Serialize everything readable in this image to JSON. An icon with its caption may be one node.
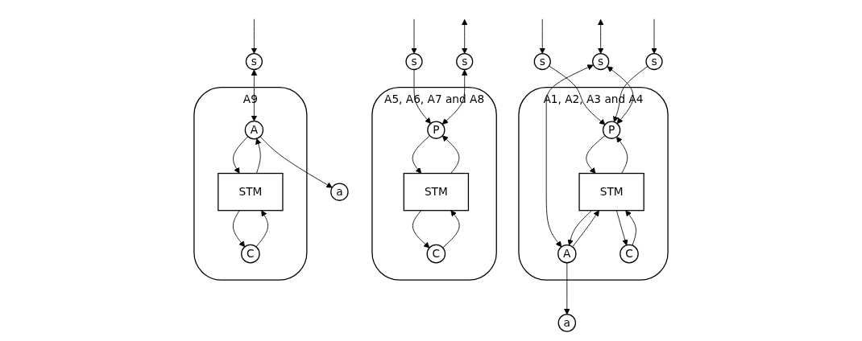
{
  "diagram": {
    "nodes": [
      {
        "text": [
          "A1, A2, A3 and A4"
        ]
      },
      {
        "text": [
          "s"
        ]
      },
      {
        "text": [
          "a"
        ]
      },
      {
        "text": [
          "s"
        ]
      },
      {
        "text": [
          "s"
        ]
      },
      {
        "text": [
          "P"
        ],
        "in": 0
      },
      {
        "text": [
          "A"
        ],
        "in": 0
      },
      {
        "text": [
          "STM"
        ],
        "in": 0
      },
      {
        "text": [
          "C"
        ],
        "in": 0
      },
      {
        "text": [
          "A5, A6, A7 and A8"
        ]
      },
      {
        "text": [
          "s"
        ]
      },
      {
        "text": [
          "s"
        ]
      },
      {
        "text": [
          "P"
        ],
        "in": 9
      },
      {
        "text": [
          "STM"
        ],
        "in": 9
      },
      {
        "text": [
          "C"
        ],
        "in": 9
      },
      {
        "text": [
          "A9"
        ]
      },
      {
        "text": [
          "s"
        ]
      },
      {
        "text": [
          "a"
        ]
      },
      {
        "text": [
          "A"
        ],
        "in": 15
      },
      {
        "text": [
          "STM"
        ],
        "in": 15
      },
      {
        "text": [
          "C"
        ],
        "in": 15
      }
    ],
    "edges": [
      {
        "from": null,
        "to": 1,
        "arrow": "both"
      },
      {
        "from": null,
        "to": 3,
        "arrow": "to"
      },
      {
        "from": null,
        "to": 4,
        "arrow": "to"
      },
      {
        "from": 3,
        "to": 5,
        "arrow": "to"
      },
      {
        "from": 4,
        "to": 5,
        "arrow": "to"
      },
      {
        "from": 1,
        "to": 5,
        "arrow": "both"
      },
      {
        "from": 1,
        "to": 6,
        "arrow": "both"
      },
      {
        "from": 6,
        "to": 2,
        "arrow": "to"
      },
      {
        "from": 5,
        "to": 7,
        "arrow": "to"
      },
      {
        "from": 7,
        "to": 5,
        "arrow": "to"
      },
      {
        "from": 6,
        "to": 7,
        "arrow": "to"
      },
      {
        "from": 7,
        "to": 6,
        "arrow": "to"
      },
      {
        "from": 7,
        "to": 8,
        "arrow": "to"
      },
      {
        "from": 8,
        "to": 7,
        "arrow": "to"
      },
      {
        "from": null,
        "to": 10,
        "arrow": "both"
      },
      {
        "from": null,
        "to": 11,
        "arrow": "to"
      },
      {
        "from": 11,
        "to": 12,
        "arrow": "to"
      },
      {
        "from": 10,
        "to": 12,
        "arrow": "both"
      },
      {
        "from": 12,
        "to": 13,
        "arrow": "to"
      },
      {
        "from": 13,
        "to": 12,
        "arrow": "to"
      },
      {
        "from": 13,
        "to": 14,
        "arrow": "to"
      },
      {
        "from": 14,
        "to": 13,
        "arrow": "to"
      },
      {
        "from": null,
        "to": 16,
        "arrow": "to"
      },
      {
        "from": 16,
        "to": 18,
        "arrow": "both"
      },
      {
        "from": 18,
        "to": 17,
        "arrow": "to"
      },
      {
        "from": 18,
        "to": 19,
        "arrow": "to"
      },
      {
        "from": 19,
        "to": 18,
        "arrow": "to"
      },
      {
        "from": 19,
        "to": 20,
        "arrow": "to"
      },
      {
        "from": 20,
        "to": 19,
        "arrow": "to"
      }
    ]
  }
}
